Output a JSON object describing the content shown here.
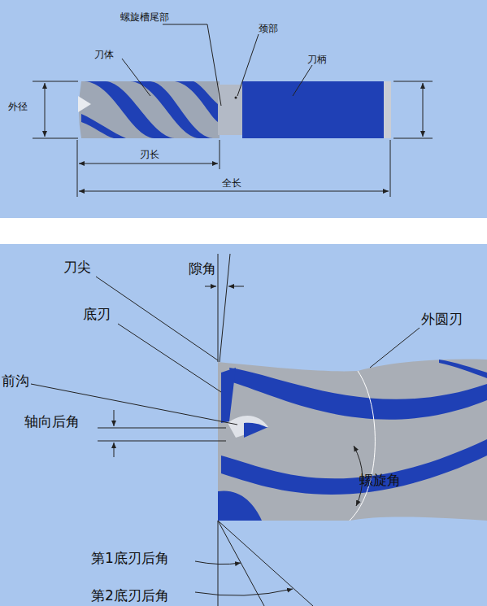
{
  "diagram": {
    "labels": [
      "螺旋槽尾部",
      "颈部",
      "刀体",
      "刀柄",
      "外径",
      "刃长",
      "全长",
      "刀尖",
      "隙角",
      "底刃",
      "外圆刃",
      "前沟",
      "轴向后角",
      "螺旋角",
      "第1底刃后角",
      "第2底刃后角"
    ]
  }
}
